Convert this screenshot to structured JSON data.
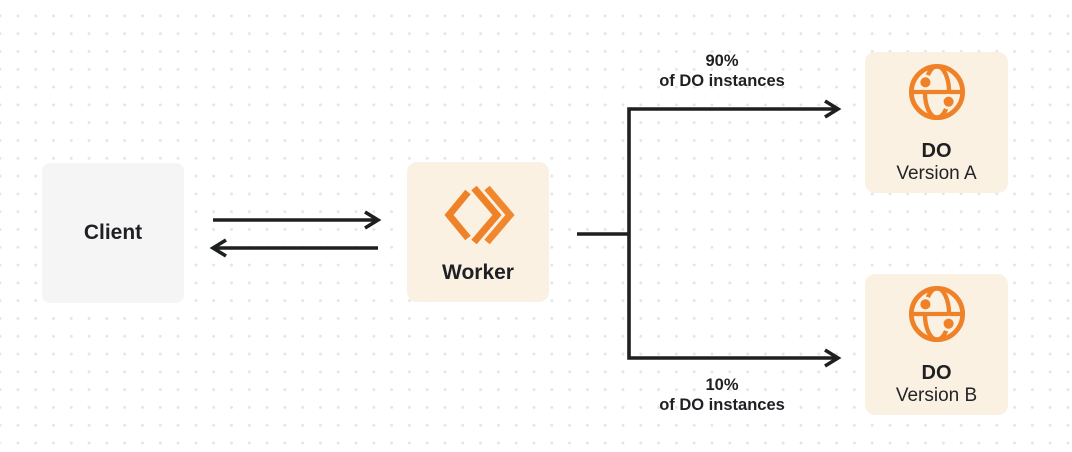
{
  "nodes": {
    "client": {
      "label": "Client"
    },
    "worker": {
      "label": "Worker",
      "icon": "workers-chevrons-icon"
    },
    "do_version_a": {
      "title": "DO",
      "subtitle": "Version A",
      "icon": "globe-icon"
    },
    "do_version_b": {
      "title": "DO",
      "subtitle": "Version B",
      "icon": "globe-icon"
    }
  },
  "edges": {
    "client_worker": {
      "style": "bidirectional"
    },
    "to_version_a": {
      "percent": "90%",
      "caption": "of DO instances"
    },
    "to_version_b": {
      "percent": "10%",
      "caption": "of DO instances"
    }
  },
  "colors": {
    "accent_orange": "#ef8228",
    "node_cream": "#fbf1e3",
    "node_gray": "#f5f5f6",
    "line_dark": "#1e1f21",
    "dot_grid": "#e6e4e1",
    "background": "#ffffff"
  }
}
